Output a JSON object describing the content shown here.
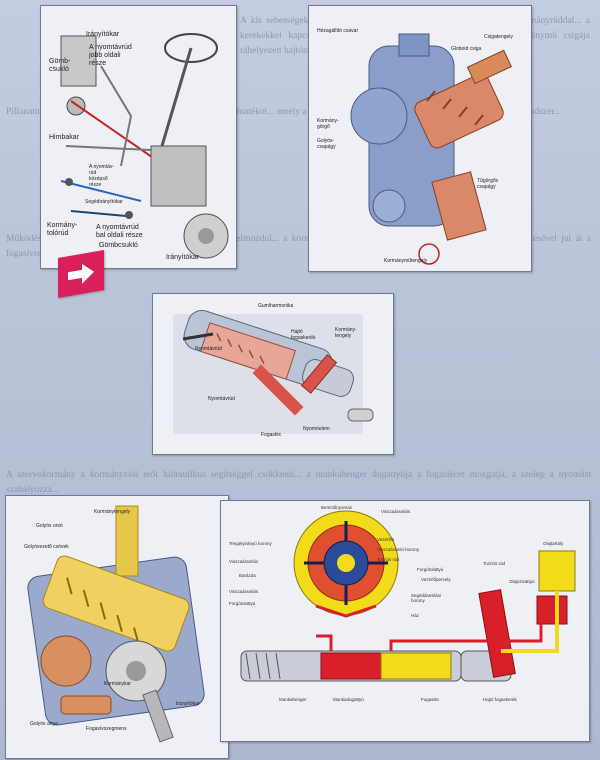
{
  "text_columns": {
    "top": "A kis sebességeknél és a forduláskor... hiszen a fogaskerekekkel és kormányrúddal... a kerekekkel kapcsolatban, amely a kormányzási erőt átviszi. A kormánymű csigája ráhelyezett hajtómű...",
    "mid1": "Pillanatnyi kormányzás... a kormányrúd kerekek forgató nyomatékot... amely a kerekeket elfordítja és megtartja. A fogasléces és csigás rendszer...",
    "mid2": "Működése: a kormánykerék elfordításakor a golyós orsó elmozdul... a kormányrudazatot mozgatja... A nyomaték a golyók közvetítésével jut át a fogasívre.",
    "bottom": "A szervokormány a kormányzási erőt hidraulikus segítséggel csökkenti... a munkahenger dugattyúja a fogaslécet mozgatja, a szelep a nyomást szabályozza..."
  },
  "fig1": {
    "labels": {
      "iranyitokar_top": "Irányítókar",
      "nyomtavrud_jobb": "A nyomtávrúd\njobb oldali\nrésze",
      "gombcsuklo_top": "Gömb-\ncsukló",
      "himbakar": "Himbakar",
      "nyomtavrud_kozep": "A nyomtáv-\nrúd\nközépső\nrésze",
      "segediranyitokar": "Segédirányítókar",
      "kormanytolorud": "Kormány-\ntolórúd",
      "nyomtavrud_bal": "A nyomtávrúd\nbal oldali része",
      "gombcsuklo_bottom": "Gömbcsukló",
      "iranyitokar_bottom": "Irányítókar"
    }
  },
  "fig2": {
    "labels": {
      "hezagallito": "Hézagállító csavar",
      "csigatengely": "Csigatengely",
      "globoid": "Globoid csiga",
      "kormanygorgo": "Kormány-\ngörgő",
      "golyoscsapagy": "Golyós-\ncsapágy",
      "tugorgos": "Tűgörgős\ncsapágy",
      "kormanymutengely": "Kormányműtengely"
    }
  },
  "fig3": {
    "labels": {
      "gumiharmonika": "Gumiharmonika",
      "hajto": "Hajtó\nfogaskerék",
      "kormanytengely": "Kormány-\ntengely",
      "nyomtavrud1": "Nyomtávrúd",
      "nyomtavrud2": "Nyomtávrúd",
      "fogasléc": "Fogasléc",
      "nyomoelem": "Nyomóelem"
    }
  },
  "fig4": {
    "labels": {
      "kormanytengely": "Kormánytengely",
      "golyos_orso": "Golyós orsó",
      "golyovezeto": "Golyóvezető csövek",
      "kormanykar": "Kormánykar",
      "iranyitokar": "Irányítókar",
      "golyos_anya": "Golyós anya",
      "fogasivszegmens": "Fogasívszegmens"
    }
  },
  "fig5": {
    "labels": {
      "beomlonyomas": "Beömlőnyomás",
      "visszaaramlas_top": "Visszaáramlás",
      "tengelyiranyu": "Tengelyirányú horony",
      "vezerles": "Vezérlés",
      "visszaaramlo_horony": "Visszaáramló-horony",
      "torziosrud_small": "Torziós rúd",
      "visszaaramlas_left": "Visszaáramlás",
      "barazda": "Barázda",
      "forgotolattyu": "Forgótolattyú",
      "vezerlopersely": "Vezérlőpersely",
      "visszaaramlas_left2": "Visszaáramlás",
      "forgotolattyu2": "Forgótolattyú",
      "segedaramlasi": "Segédáramlási\nhorony",
      "hez": "Ház",
      "torziosrud": "Torziós rúd",
      "olajtartaly": "Olajtartály",
      "olajszivattyu": "Olajszivattyú",
      "munkahenger": "Munkahenger",
      "munkadugattyu": "Munkadugattyú",
      "fogasléc": "Fogasléc",
      "hajto": "Hajtó fogaskerék"
    }
  },
  "colors": {
    "page_bg": "#b9c4d6",
    "panel_bg": "#eef0f5",
    "accent_pink": "#d8205a",
    "hydraulic_red": "#d9202a",
    "hydraulic_yellow": "#f2dc1a",
    "steel_blue": "#7f95c4",
    "copper": "#d9896a"
  },
  "icons": {
    "badge": "arrow-right-icon"
  }
}
